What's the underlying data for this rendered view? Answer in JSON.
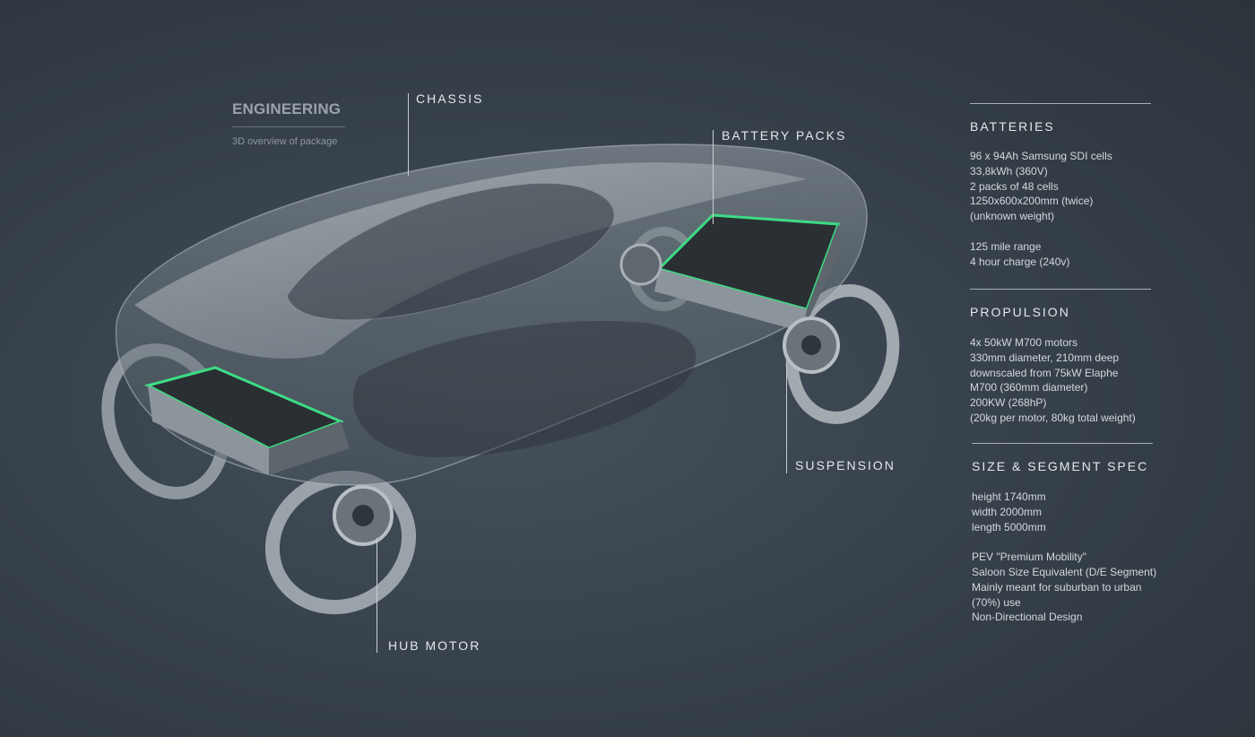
{
  "header": {
    "title": "ENGINEERING",
    "subtitle": "3D overview of package"
  },
  "callouts": {
    "chassis": "CHASSIS",
    "battery_packs": "BATTERY PACKS",
    "suspension": "SUSPENSION",
    "hub_motor": "HUB MOTOR"
  },
  "specs": {
    "batteries": {
      "heading": "BATTERIES",
      "lines": [
        "96 x 94Ah Samsung SDI cells",
        "33,8kWh (360V)",
        "2 packs of 48 cells",
        "1250x600x200mm (twice)",
        "(unknown weight)",
        "",
        "125 mile range",
        "4 hour charge (240v)"
      ]
    },
    "propulsion": {
      "heading": "PROPULSION",
      "lines": [
        "4x 50kW M700 motors",
        "330mm diameter, 210mm deep",
        "downscaled from 75kW Elaphe",
        "M700 (360mm diameter)",
        "200KW (268hP)",
        "(20kg per motor, 80kg total weight)"
      ]
    },
    "size": {
      "heading": "SIZE & SEGMENT SPEC",
      "lines": [
        "height 1740mm",
        "width 2000mm",
        "length 5000mm",
        "",
        "PEV \"Premium Mobility\"",
        "Saloon Size Equivalent (D/E Segment)",
        "Mainly meant for suburban to urban",
        "(70%) use",
        "Non-Directional Design"
      ]
    }
  },
  "colors": {
    "background": "#38424c",
    "accent_green": "#3ddc84",
    "text": "#e4e8eb"
  }
}
